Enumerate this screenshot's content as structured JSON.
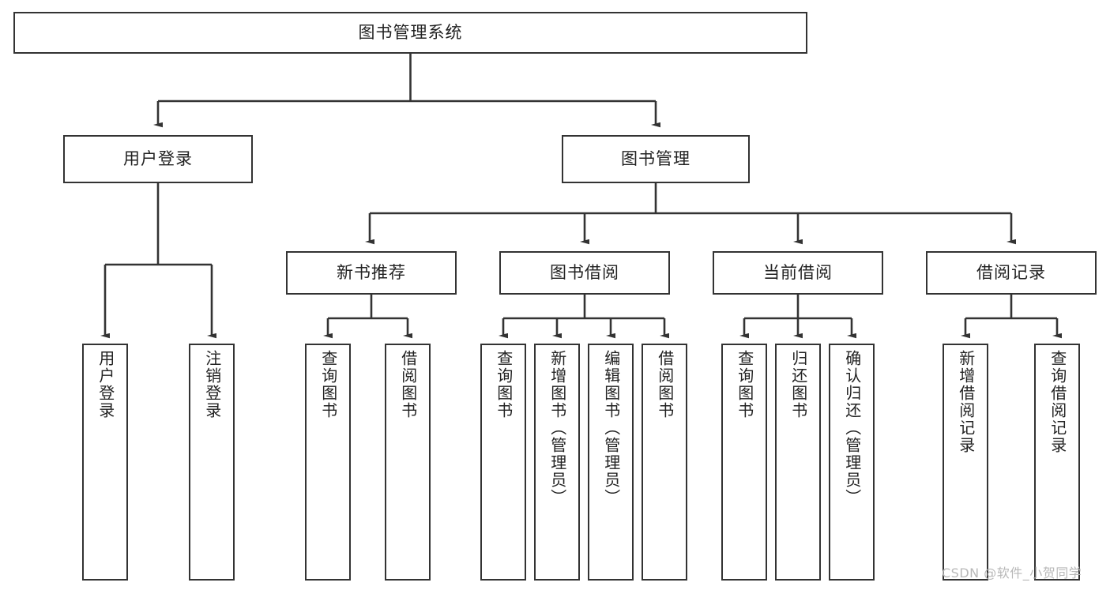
{
  "diagram": {
    "title": "图书管理系统",
    "type": "tree-hierarchy-chart",
    "watermark": "CSDN @软件_小贺同学",
    "colors": {
      "stroke": "#333333",
      "fill": "#ffffff",
      "text": "#222222",
      "watermark": "#b8b8b8"
    },
    "root": {
      "label": "图书管理系统"
    },
    "level2": [
      {
        "label": "用户登录"
      },
      {
        "label": "图书管理"
      }
    ],
    "level3": [
      {
        "label": "新书推荐"
      },
      {
        "label": "图书借阅"
      },
      {
        "label": "当前借阅"
      },
      {
        "label": "借阅记录"
      }
    ],
    "leaves": {
      "user_login": [
        {
          "label": "用户登录"
        },
        {
          "label": "注销登录"
        }
      ],
      "new_book_recommend": [
        {
          "label": "查询图书"
        },
        {
          "label": "借阅图书"
        }
      ],
      "book_borrow": [
        {
          "label": "查询图书"
        },
        {
          "label": "新增图书（管理员）"
        },
        {
          "label": "编辑图书（管理员）"
        },
        {
          "label": "借阅图书"
        }
      ],
      "current_borrow": [
        {
          "label": "查询图书"
        },
        {
          "label": "归还图书"
        },
        {
          "label": "确认归还（管理员）"
        }
      ],
      "borrow_record": [
        {
          "label": "新增借阅记录"
        },
        {
          "label": "查询借阅记录"
        }
      ]
    }
  }
}
